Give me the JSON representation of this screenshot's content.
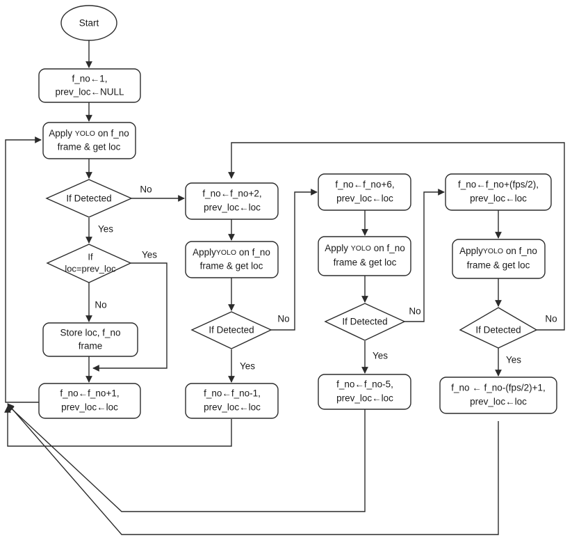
{
  "diagram": {
    "title": "YOLO adaptive frame-skipping flowchart",
    "colors": {
      "stroke": "#2b2b2b",
      "fill": "#ffffff",
      "text": "#1a1a1a",
      "background": "#ffffff"
    },
    "start": {
      "label": "Start"
    },
    "nodes": {
      "init": {
        "line1": "f_no←1,",
        "line2": "prev_loc←NULL"
      },
      "apply_yolo_1": {
        "pre": "Apply ",
        "yolo": "YOLO",
        "post": " on f_no",
        "line2": "frame & get loc"
      },
      "if_detected_1": {
        "label": "If Detected"
      },
      "if_loc_eq": {
        "line1": "If",
        "line2": "loc=prev_loc"
      },
      "store_loc": {
        "line1": "Store loc, f_no",
        "line2": "frame"
      },
      "fno_plus1": {
        "line1": "f_no←f_no+1,",
        "line2": "prev_loc←loc"
      },
      "fno_plus2": {
        "line1": "f_no←f_no+2,",
        "line2": "prev_loc←loc"
      },
      "apply_yolo_2": {
        "pre": "Apply",
        "yolo": "YOLO",
        "post": " on f_no",
        "line2": "frame & get loc"
      },
      "if_detected_2": {
        "label": "If Detected"
      },
      "fno_minus1": {
        "line1": "f_no←f_no-1,",
        "line2": "prev_loc←loc"
      },
      "fno_plus6": {
        "line1": "f_no←f_no+6,",
        "line2": "prev_loc←loc"
      },
      "apply_yolo_3": {
        "pre": "Apply ",
        "yolo": "YOLO",
        "post": " on f_no",
        "line2": "frame & get loc"
      },
      "if_detected_3": {
        "label": "If Detected"
      },
      "fno_minus5": {
        "line1": "f_no←f_no-5,",
        "line2": "prev_loc←loc"
      },
      "fno_plus_fps": {
        "line1": "f_no←f_no+(fps/2),",
        "line2": "prev_loc←loc"
      },
      "apply_yolo_4": {
        "pre": "Apply",
        "yolo": "YOLO",
        "post": " on f_no",
        "line2": "frame & get loc"
      },
      "if_detected_4": {
        "label": "If Detected"
      },
      "fno_minus_fps": {
        "line1": "f_no ← f_no-(fps/2)+1,",
        "line2": "prev_loc←loc"
      }
    },
    "edge_labels": {
      "detected1_no": "No",
      "detected1_yes": "Yes",
      "loc_eq_yes": "Yes",
      "loc_eq_no": "No",
      "detected2_no": "No",
      "detected2_yes": "Yes",
      "detected3_no": "No",
      "detected3_yes": "Yes",
      "detected4_no": "No",
      "detected4_yes": "Yes"
    }
  }
}
